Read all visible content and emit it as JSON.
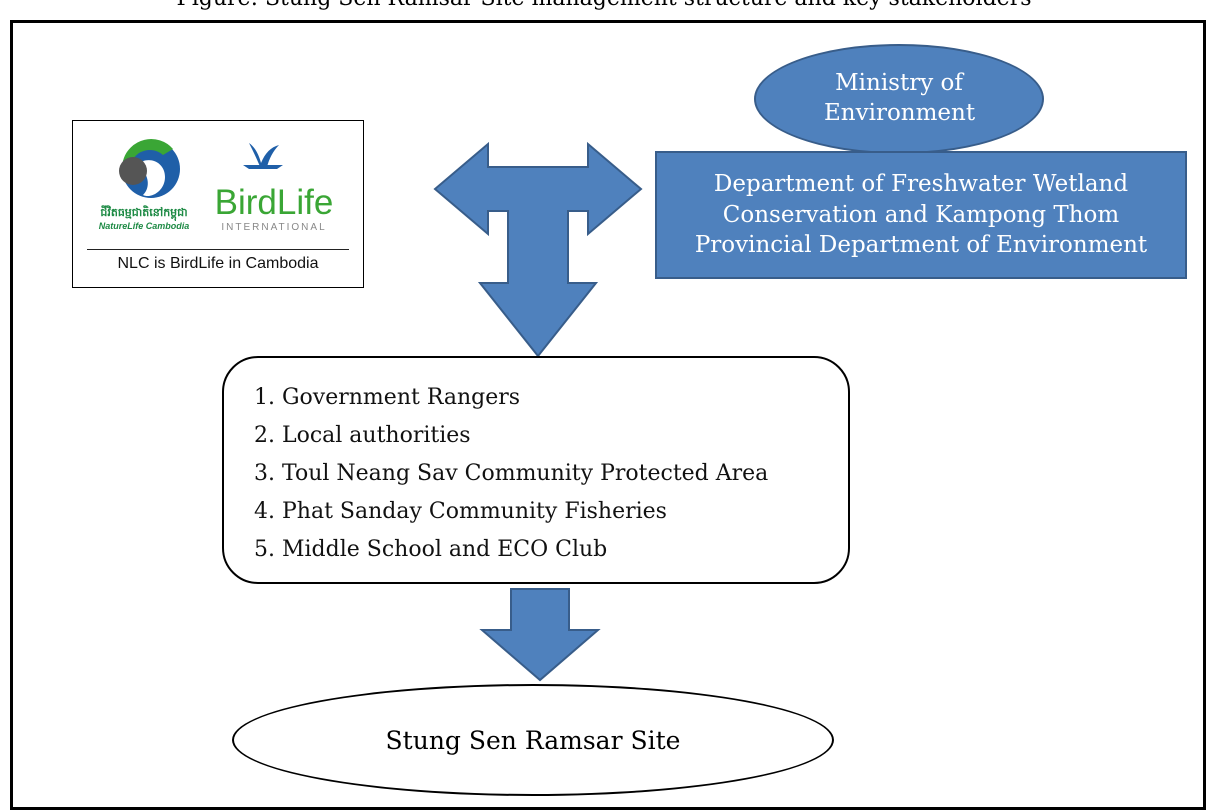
{
  "top_caption": "Figure: Stung Sen Ramsar Site management structure and key stakeholders",
  "logo": {
    "khmer_name": "ជីវិតធម្មជាតិនៅកម្ពុជា",
    "naturelife_name": "NatureLife Cambodia",
    "birdlife_name": "BirdLife",
    "international_label": "INTERNATIONAL",
    "caption": "NLC is BirdLife in Cambodia"
  },
  "ministry": {
    "line1": "Ministry of",
    "line2": "Environment"
  },
  "department": {
    "line1": "Department of Freshwater Wetland",
    "line2": "Conservation and Kampong Thom",
    "line3": "Provincial Department of Environment"
  },
  "stakeholders": {
    "items": [
      "1.  Government Rangers",
      "2.  Local authorities",
      "3.  Toul Neang Sav Community Protected Area",
      "4.  Phat Sanday Community Fisheries",
      "5.  Middle School and ECO Club"
    ]
  },
  "site": {
    "label": "Stung Sen Ramsar Site"
  },
  "colors": {
    "box_fill": "#4f81bd",
    "box_border": "#385d8a",
    "logo_green": "#3aa635",
    "logo_blue": "#1f5fa8"
  }
}
